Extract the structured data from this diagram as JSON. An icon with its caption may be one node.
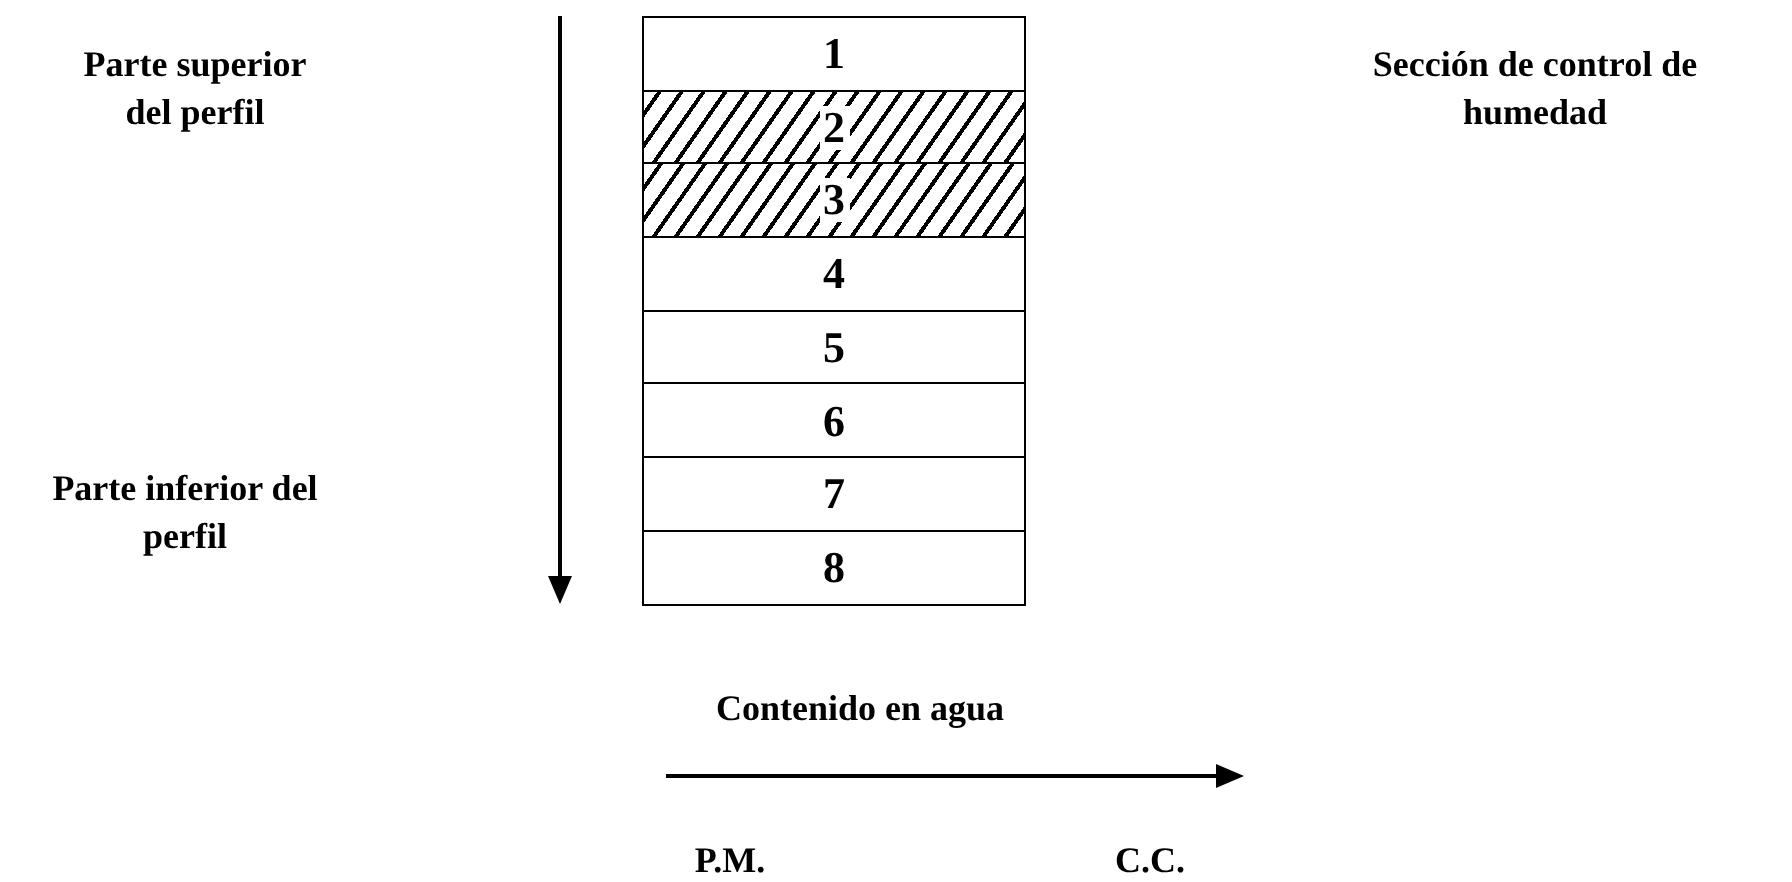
{
  "diagram": {
    "nodes": [
      {
        "text": [
          "1"
        ]
      },
      {
        "text": [
          "2"
        ]
      },
      {
        "text": [
          "3"
        ]
      },
      {
        "text": [
          "4"
        ]
      },
      {
        "text": [
          "5"
        ]
      },
      {
        "text": [
          "6"
        ]
      },
      {
        "text": [
          "7"
        ]
      },
      {
        "text": [
          "8"
        ]
      }
    ],
    "labels": [
      "Parte superior del perfil",
      "Sección de control de humedad",
      "Parte inferior del perfil",
      "Contenido en agua",
      "P.M.",
      "C.C."
    ]
  }
}
